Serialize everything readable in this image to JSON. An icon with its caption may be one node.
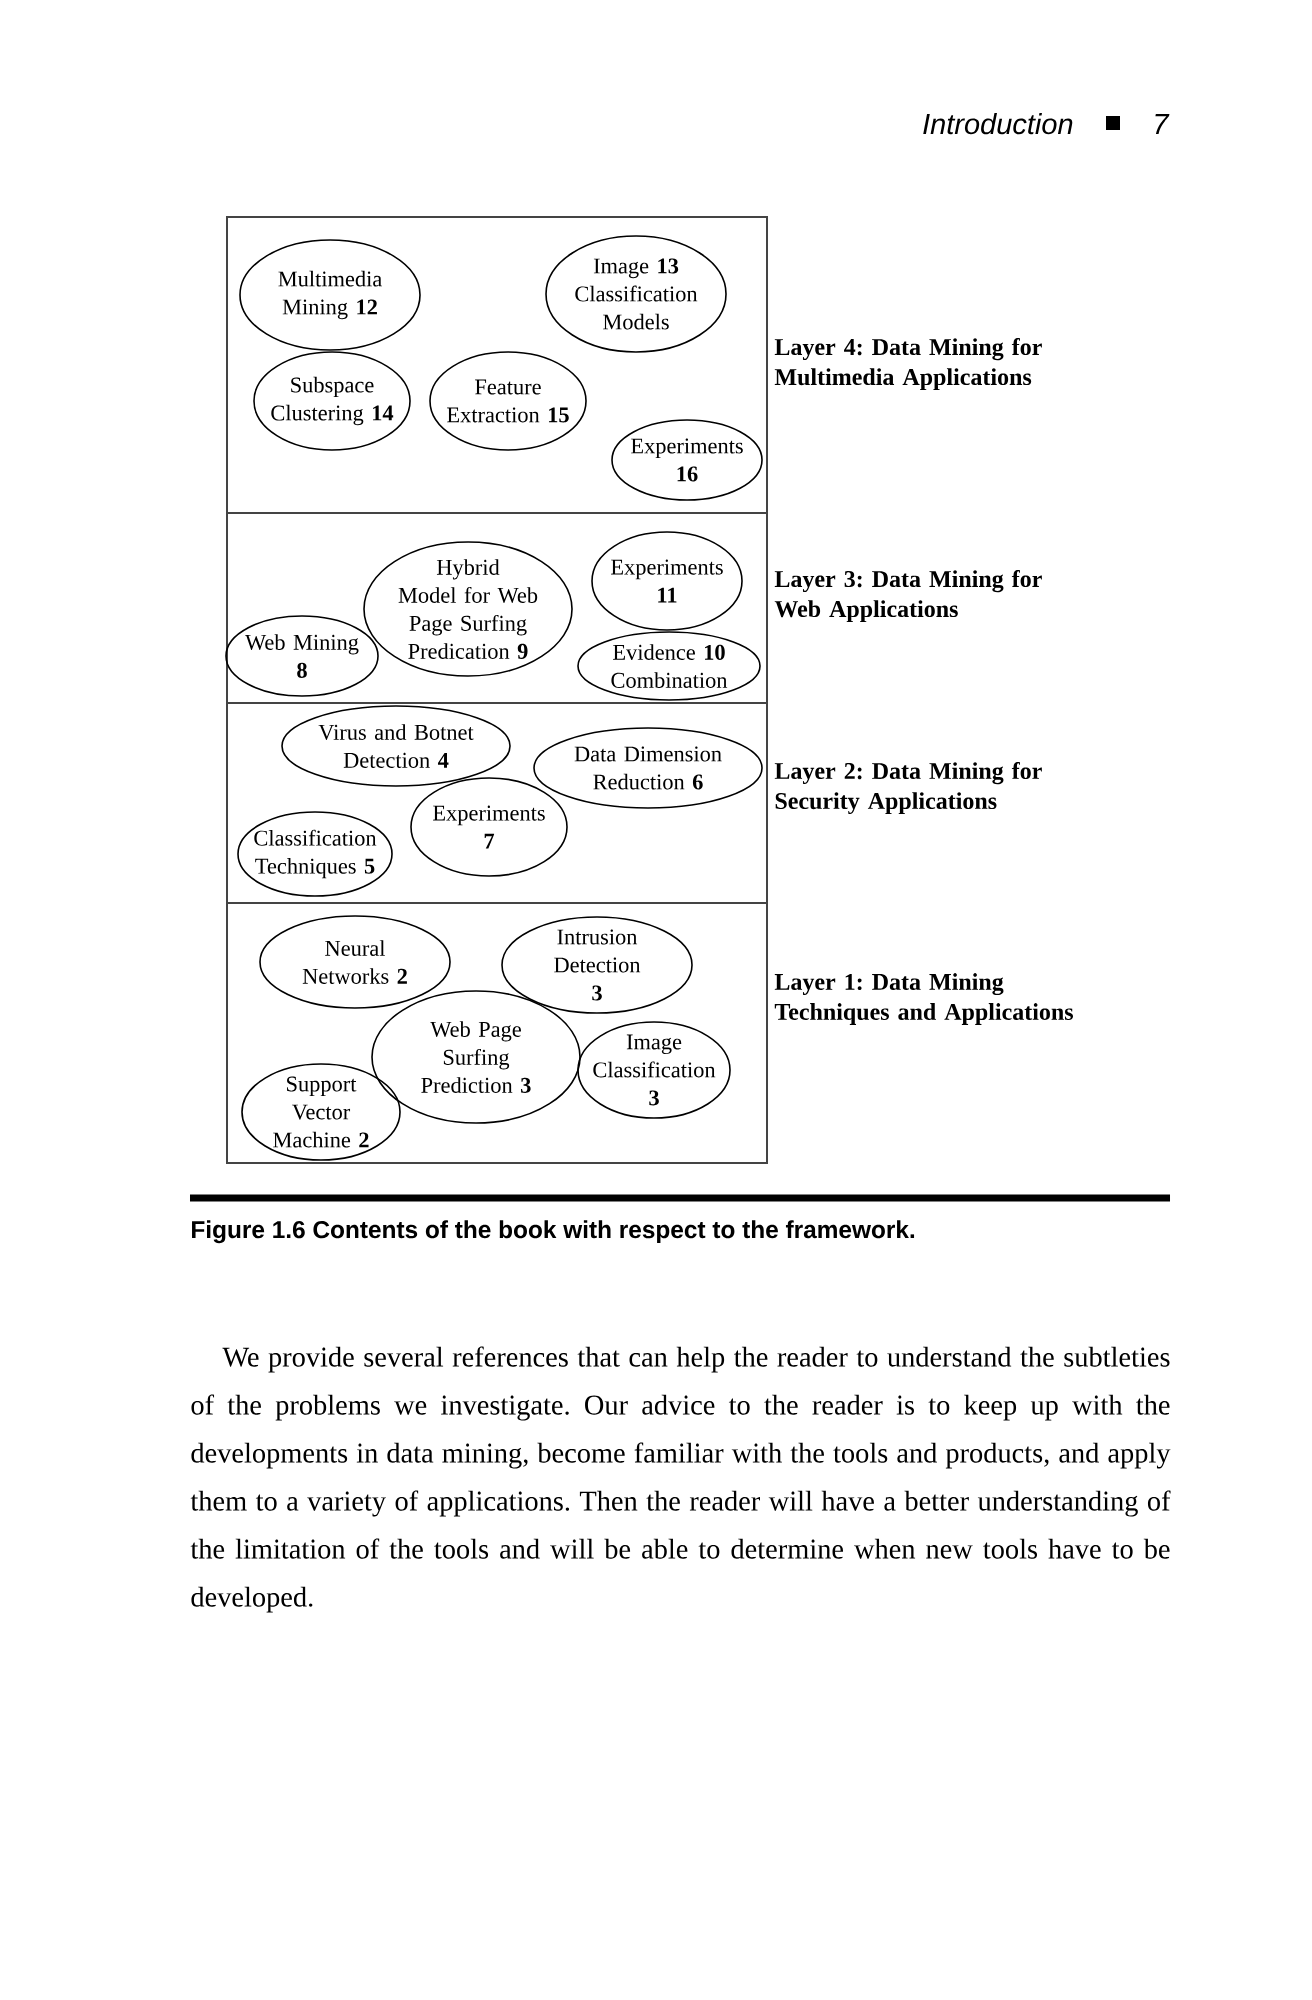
{
  "diagram": {
    "caption": "Figure 1.6 Contents of the book with respect to the framework.",
    "nodes": [
      {
        "text": [
          "Layer 4: Data Mining for Multimedia Applications"
        ]
      },
      {
        "text": [
          "Multimedia Mining **12**"
        ],
        "in": 0
      },
      {
        "text": [
          "Image **13** Classification Models"
        ],
        "in": 0
      },
      {
        "text": [
          "Subspace Clustering **14**"
        ],
        "in": 0
      },
      {
        "text": [
          "Feature Extraction **15**"
        ],
        "in": 0
      },
      {
        "text": [
          "Experiments **16**"
        ],
        "in": 0
      },
      {
        "text": [
          "Layer 3: Data Mining for Web Applications"
        ]
      },
      {
        "text": [
          "Hybrid Model for Web Page Surfing Predication **9**"
        ],
        "in": 6
      },
      {
        "text": [
          "Experiments **11**"
        ],
        "in": 6
      },
      {
        "text": [
          "Web Mining **8**"
        ],
        "in": 6
      },
      {
        "text": [
          "Evidence **10** Combination"
        ],
        "in": 6
      },
      {
        "text": [
          "Layer 2: Data Mining for Security Applications"
        ]
      },
      {
        "text": [
          "Virus and Botnet Detection **4**"
        ],
        "in": 11
      },
      {
        "text": [
          "Data Dimension Reduction **6**"
        ],
        "in": 11
      },
      {
        "text": [
          "Experiments **7**"
        ],
        "in": 11
      },
      {
        "text": [
          "Classification Techniques **5**"
        ],
        "in": 11
      },
      {
        "text": [
          "Layer 1: Data Mining Techniques and Applications"
        ]
      },
      {
        "text": [
          "Neural Networks **2**"
        ],
        "in": 16
      },
      {
        "text": [
          "Intrusion Detection **3**"
        ],
        "in": 16
      },
      {
        "text": [
          "Web Page Surfing Prediction **3**"
        ],
        "in": 16
      },
      {
        "text": [
          "Image Classification **3**"
        ],
        "in": 16
      },
      {
        "text": [
          "Support Vector Machine **2**"
        ],
        "in": 16
      }
    ],
    "labels": [
      "Introduction",
      "7",
      "We provide several references that can help the reader to understand the subtleties of the problems we investigate. Our advice to the reader is to keep up with the developments in data mining, become familiar with the tools and products, and apply them to a variety of applications. Then the reader will have a better understanding of the limitation of the tools and will be able to determine when new tools have to be developed."
    ]
  }
}
